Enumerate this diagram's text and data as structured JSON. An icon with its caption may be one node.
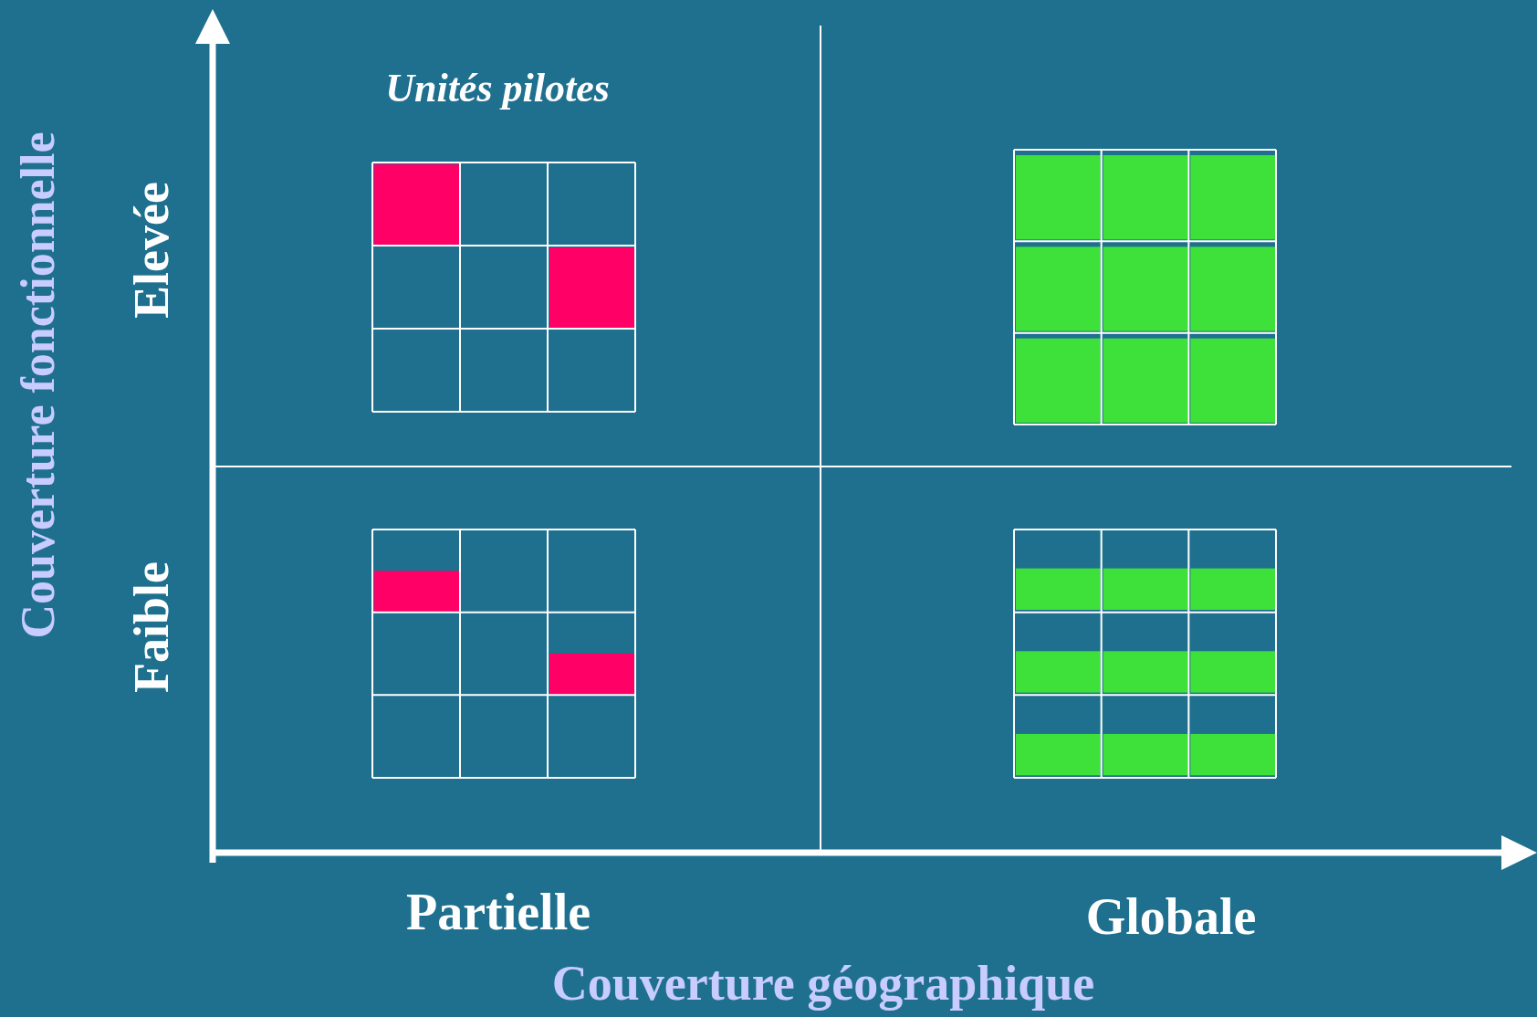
{
  "diagram": {
    "labels": [
      "Unités pilotes",
      "Couverture fonctionnelle",
      "Elevée",
      "Faible",
      "Partielle",
      "Globale",
      "Couverture géographique"
    ]
  }
}
